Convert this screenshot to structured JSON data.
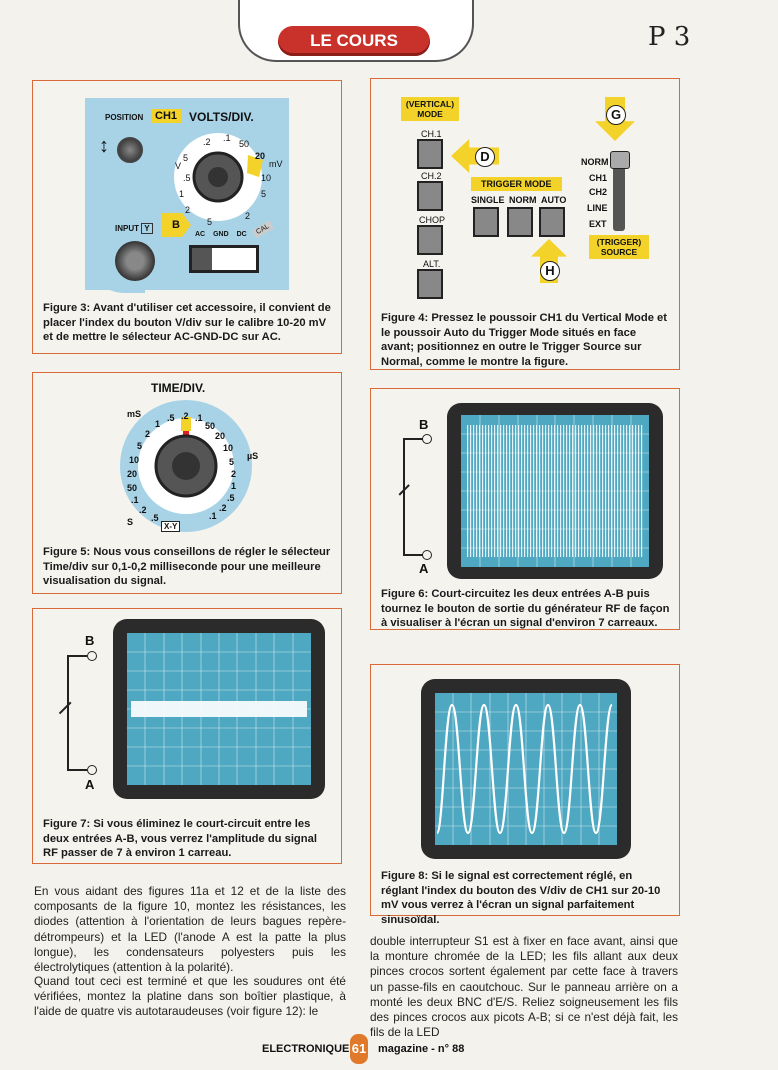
{
  "header": {
    "section": "LE COURS",
    "handwritten": "P 3"
  },
  "fig3": {
    "position": "POSITION",
    "ch1": "CH1",
    "volts_div": "VOLTS/DIV.",
    "dial": [
      "5",
      ".2",
      ".1",
      "50",
      "20",
      "V",
      "mV",
      ".5",
      "10",
      "1",
      "5",
      "2",
      "5",
      "2"
    ],
    "cal": "CAL",
    "input": "INPUT",
    "y": "Y",
    "marker": "B",
    "ac": "AC",
    "gnd": "GND",
    "dc": "DC",
    "caption": "Figure 3: Avant d'utiliser cet accessoire, il convient de placer l'index du bouton V/div sur le calibre 10-20 mV et de mettre le sélecteur AC-GND-DC sur AC."
  },
  "fig4": {
    "vertical": "(VERTICAL)",
    "mode": "MODE",
    "ch1": "CH.1",
    "ch2": "CH.2",
    "chop": "CHOP",
    "alt": "ALT.",
    "marker_d": "D",
    "marker_g": "G",
    "marker_h": "H",
    "trigger_mode": "TRIGGER MODE",
    "single": "SINGLE",
    "norm": "NORM",
    "auto": "AUTO",
    "src": [
      "NORM",
      "CH1",
      "CH2",
      "LINE",
      "EXT"
    ],
    "trigger": "(TRIGGER)",
    "source": "SOURCE",
    "caption": "Figure 4: Pressez le poussoir CH1 du Vertical Mode et le poussoir Auto du Trigger Mode situés en face avant; positionnez en outre le Trigger Source sur Normal, comme le montre la figure."
  },
  "fig5": {
    "title": "TIME/DIV.",
    "ms": "mS",
    "us": "µS",
    "s": "S",
    "xy": "X-Y",
    "left": [
      "1",
      "2",
      "5",
      "10",
      "20",
      "50",
      ".1",
      ".2",
      ".5"
    ],
    "top": [
      ".5",
      ".2",
      ".1"
    ],
    "right": [
      "50",
      "20",
      "10",
      "5",
      "2",
      "1",
      ".5",
      ".2",
      ".1"
    ],
    "caption": "Figure 5: Nous vous conseillons de régler le sélecteur Time/div sur 0,1-0,2 milliseconde pour une meilleure visualisation du signal."
  },
  "fig6": {
    "b": "B",
    "a": "A",
    "caption": "Figure 6: Court-circuitez les deux entrées A-B puis tournez le bouton de sortie du générateur RF de façon à visualiser à l'écran un signal d'environ 7 carreaux."
  },
  "fig7": {
    "b": "B",
    "a": "A",
    "caption": "Figure 7: Si vous éliminez le court-circuit entre les deux entrées A-B, vous verrez l'amplitude du signal RF passer de 7 à environ 1 carreau."
  },
  "fig8": {
    "caption": "Figure 8: Si le signal est correctement réglé, en réglant l'index du bouton des V/div de CH1 sur 20-10 mV vous verrez à l'écran un signal parfaitement sinusoïdal."
  },
  "body": {
    "p1": "En vous aidant des figures 11a et 12 et de la liste des composants de la figure 10, montez les résistances, les diodes (attention à l'orientation de leurs bagues repère-détrompeurs) et la LED (l'anode A est la patte la plus longue), les condensateurs polyesters puis les électrolytiques (attention à la polarité).",
    "p2": "Quand tout ceci est terminé et que les soudures ont été vérifiées, montez la platine dans son boîtier plastique, à l'aide de quatre vis autotaraudeuses (voir figure 12): le",
    "p3": "double interrupteur S1 est à fixer en face avant, ainsi que la monture chromée de la LED; les fils allant aux deux pinces crocos sortent également par cette face à travers un passe-fils en caoutchouc. Sur le panneau arrière on a monté les deux BNC d'E/S. Reliez soigneusement les fils des pinces crocos aux picots A-B; si ce n'est déjà fait, les fils de la LED"
  },
  "footer": {
    "left": "ELECTRONIQUE",
    "page": "61",
    "right": "magazine - n° 88"
  }
}
